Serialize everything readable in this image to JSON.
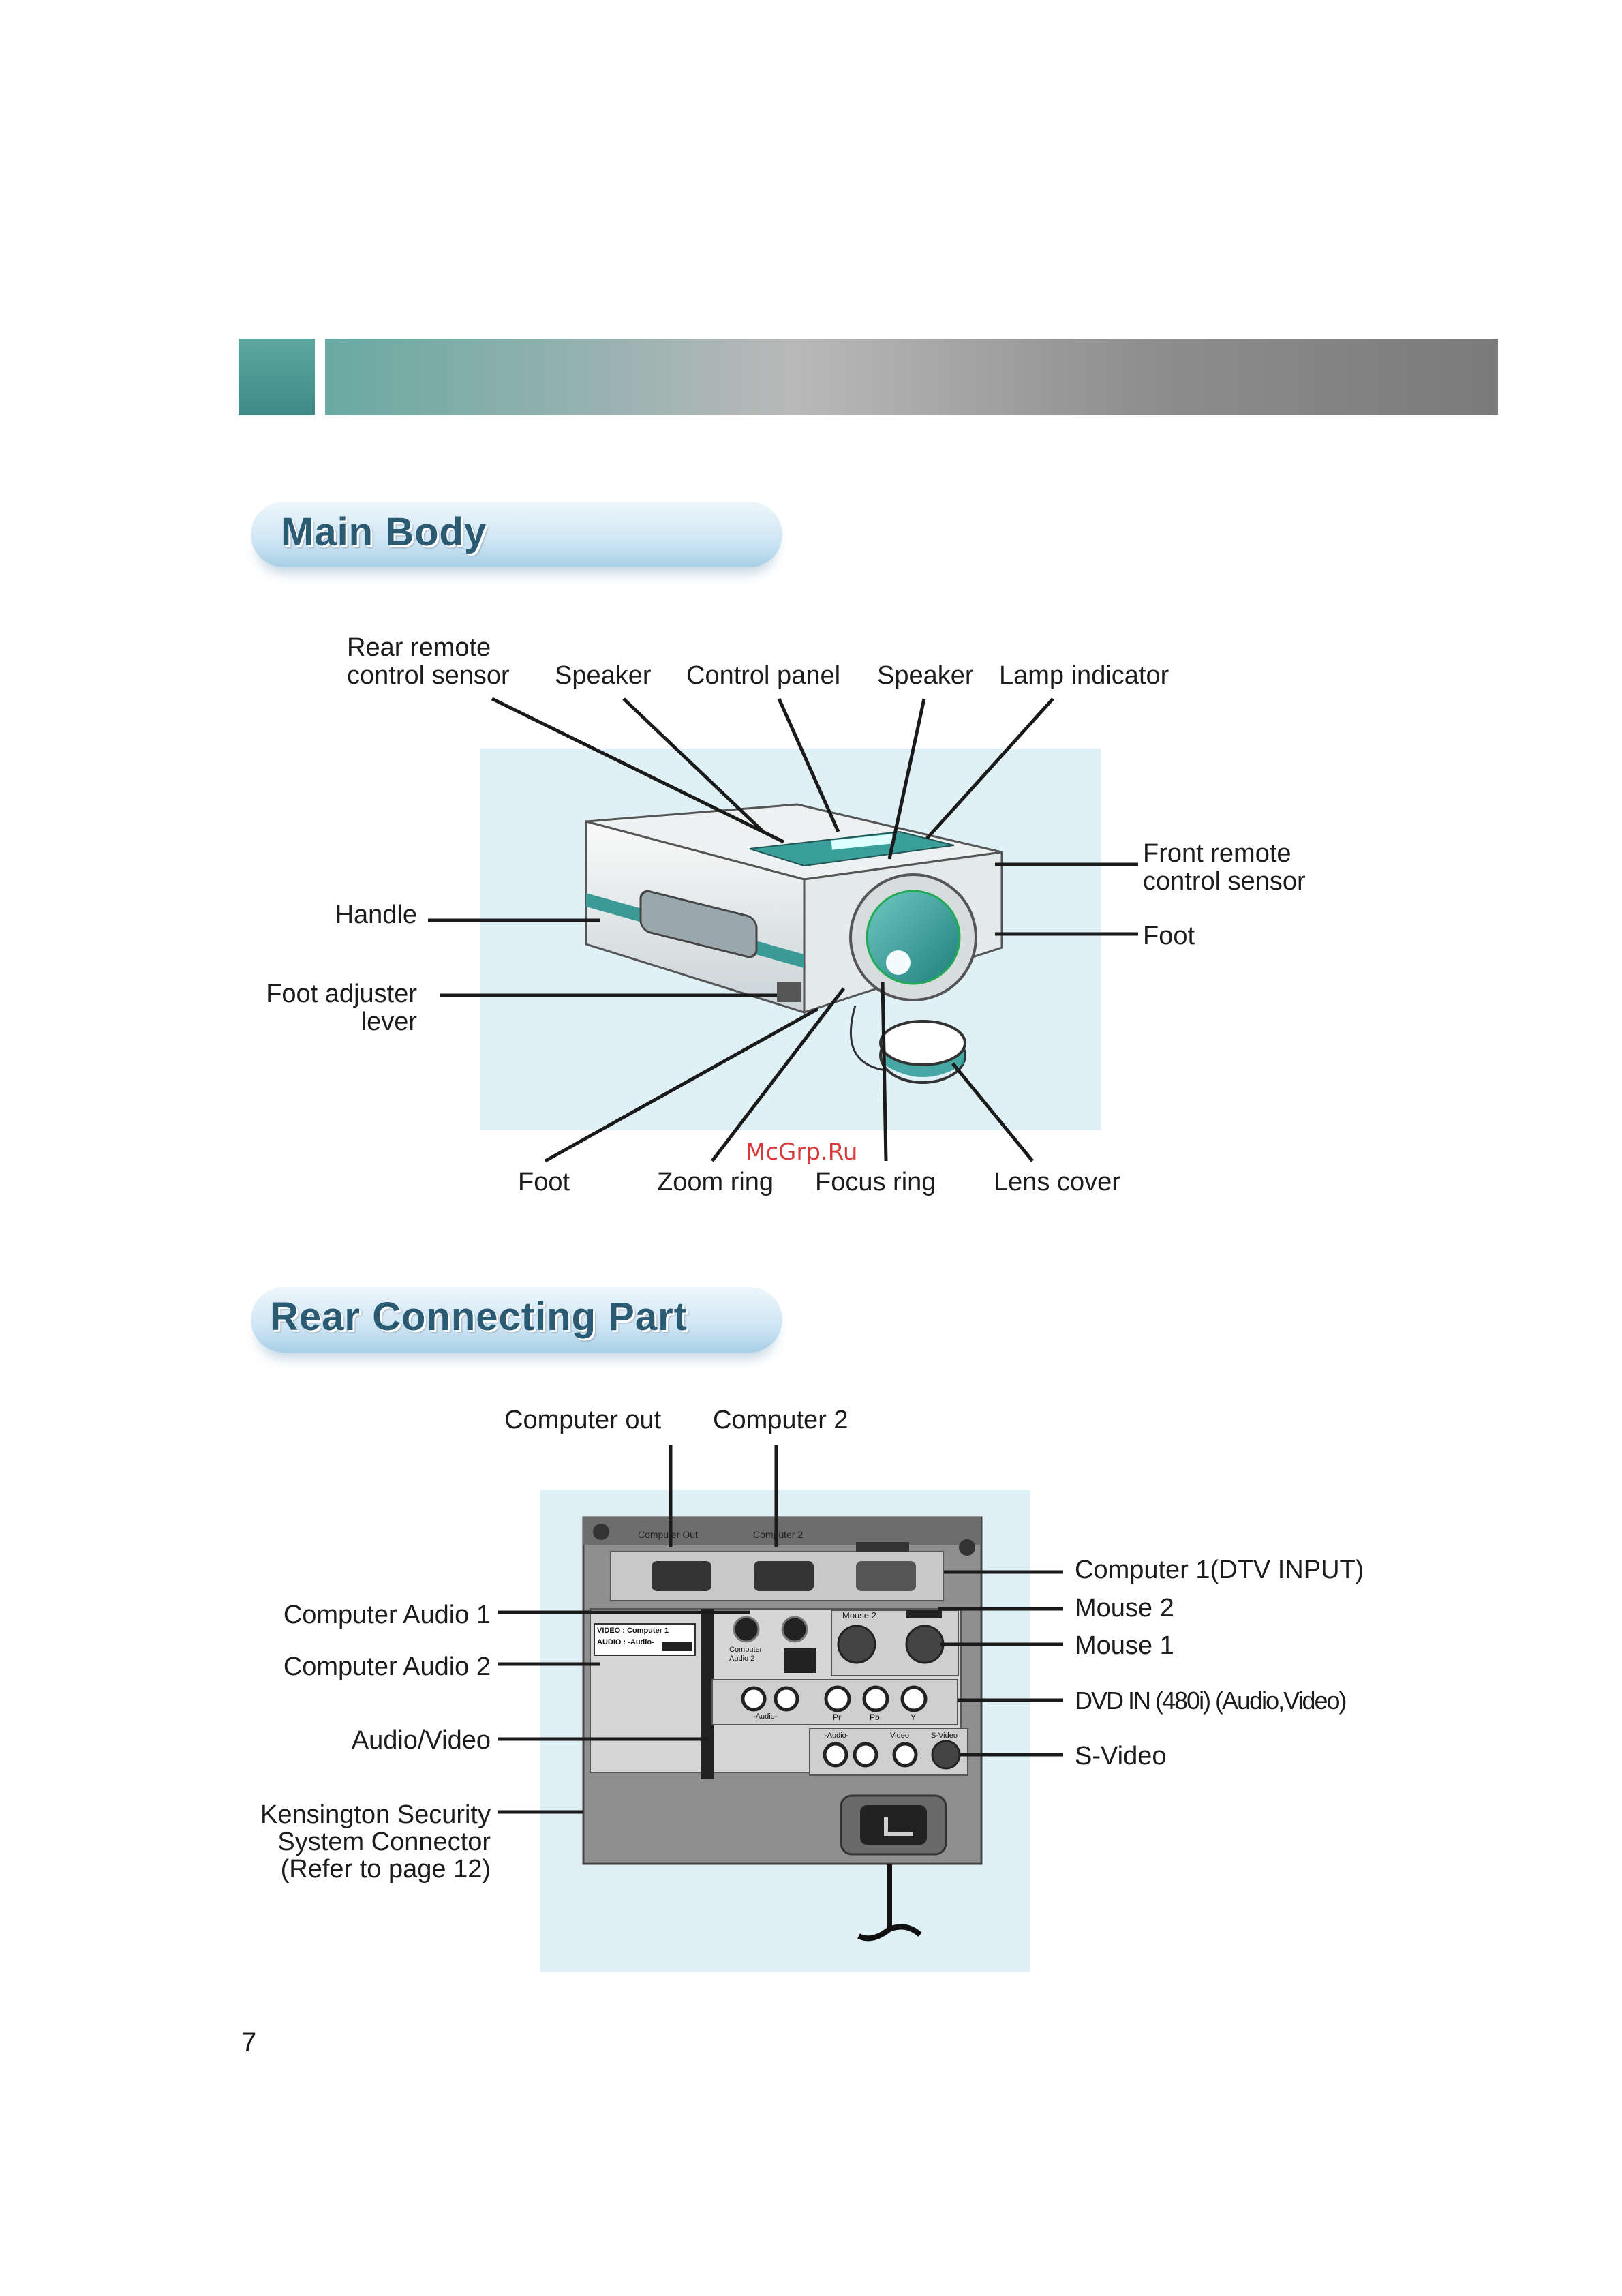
{
  "sections": {
    "main_body": "Main Body",
    "rear": "Rear Connecting Part"
  },
  "main_body_labels": {
    "rear_remote_1": "Rear remote",
    "rear_remote_2": "control sensor",
    "speaker_left": "Speaker",
    "control_panel": "Control panel",
    "speaker_right": "Speaker",
    "lamp_indicator": "Lamp indicator",
    "front_remote_1": "Front remote",
    "front_remote_2": "control sensor",
    "foot_right": "Foot",
    "handle": "Handle",
    "foot_adjuster_1": "Foot adjuster",
    "foot_adjuster_2": "lever",
    "foot_bottom": "Foot",
    "zoom_ring": "Zoom ring",
    "focus_ring": "Focus ring",
    "lens_cover": "Lens cover"
  },
  "rear_labels": {
    "computer_out": "Computer out",
    "computer_2": "Computer 2",
    "computer_1": "Computer 1(DTV INPUT)",
    "mouse_2": "Mouse 2",
    "mouse_1": "Mouse 1",
    "dvd_in": "DVD IN (480i) (Audio,Video)",
    "s_video": "S-Video",
    "computer_audio_1": "Computer Audio 1",
    "computer_audio_2": "Computer Audio 2",
    "audio_video": "Audio/Video",
    "kensington_1": "Kensington Security",
    "kensington_2": "System Connector",
    "kensington_3": "(Refer to page 12)"
  },
  "panel_text": {
    "computer_out": "Computer Out",
    "computer_2": "Computer 2",
    "mouse_2": "Mouse 2",
    "video_legend": "VIDEO : Computer 1",
    "audio_legend": "AUDIO : -Audio-",
    "computer_audio_2": "Computer Audio 2",
    "audio_small": "-Audio-",
    "pr": "Pr",
    "pb": "Pb",
    "y": "Y",
    "audio_bottom": "-Audio-",
    "video": "Video",
    "s_video": "S-Video"
  },
  "watermark": "McGrp.Ru",
  "page_number": "7"
}
